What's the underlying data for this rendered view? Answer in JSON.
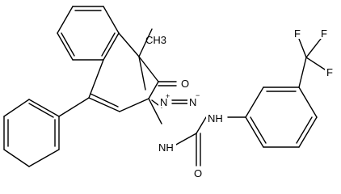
{
  "atoms": {
    "methyl": "CH3",
    "carbonyl_oxygen": "O",
    "diazo_n_plus": "N",
    "diazo_n_plus_charge": "+",
    "diazo_n_minus": "N",
    "diazo_n_minus_charge": "−",
    "urea_nh_upper": "NH",
    "urea_nh_lower": "NH",
    "urea_oxygen": "O",
    "f_top_left": "F",
    "f_top_right": "F",
    "f_right": "F"
  },
  "colors": {
    "bond": "#000000",
    "label": "#000000",
    "background": "#ffffff"
  }
}
